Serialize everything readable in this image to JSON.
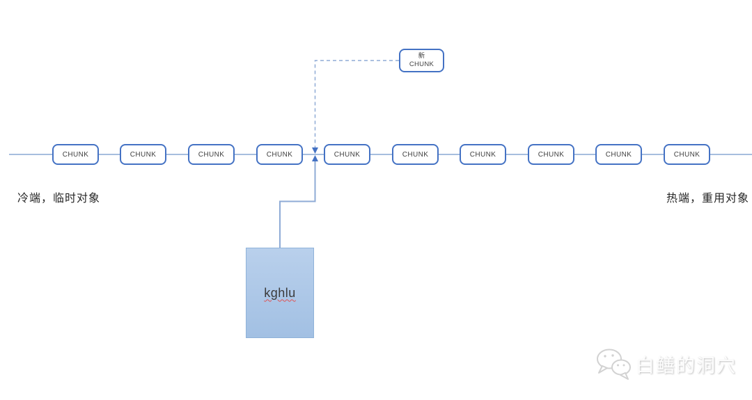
{
  "diagram": {
    "chain": {
      "chunks": [
        "CHUNK",
        "CHUNK",
        "CHUNK",
        "CHUNK",
        "CHUNK",
        "CHUNK",
        "CHUNK",
        "CHUNK",
        "CHUNK",
        "CHUNK"
      ]
    },
    "new_chunk": {
      "line1": "新",
      "line2": "CHUNK"
    },
    "allocator": {
      "label": "kghlu"
    },
    "labels": {
      "left": "冷端，临时对象",
      "right": "热端，重用对象"
    },
    "colors": {
      "chunk_border": "#4472c4",
      "connector": "#8fabd6",
      "chain_line": "#a6bede",
      "arrow": "#4472c4",
      "allocator_fill_top": "#b9d0ec",
      "allocator_fill_bottom": "#a2c0e3",
      "allocator_border": "#8fb2d9",
      "spellcheck_underline": "#e05252"
    }
  },
  "watermark": {
    "icon": "wechat-icon",
    "text": "白鳝的洞穴"
  }
}
